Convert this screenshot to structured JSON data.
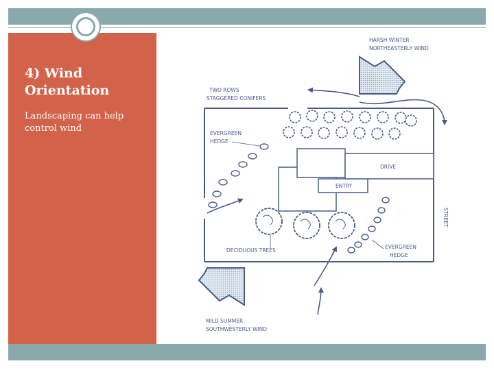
{
  "slide": {
    "title_line1": "4) Wind",
    "title_line2": "Orientation",
    "body": "Landscaping can help control wind"
  },
  "diagram": {
    "labels": {
      "winter_wind_1": "HARSH WINTER",
      "winter_wind_2": "NORTHEASTERLY WIND",
      "conifers_1": "TWO ROWS",
      "conifers_2": "STAGGERED CONIFERS",
      "hedge_left_1": "EVERGREEN",
      "hedge_left_2": "HEDGE",
      "drive": "DRIVE",
      "entry": "ENTRY",
      "street": "STREET",
      "deciduous": "DECIDUOUS TREES",
      "hedge_right_1": "EVERGREEN",
      "hedge_right_2": "HEDGE",
      "summer_wind_1": "MILD SUMMER",
      "summer_wind_2": "SOUTHWESTERLY WIND"
    }
  },
  "colors": {
    "accent_band": "#8aa9aa",
    "panel": "#d2624a",
    "diagram_ink": "#4a5b88"
  }
}
